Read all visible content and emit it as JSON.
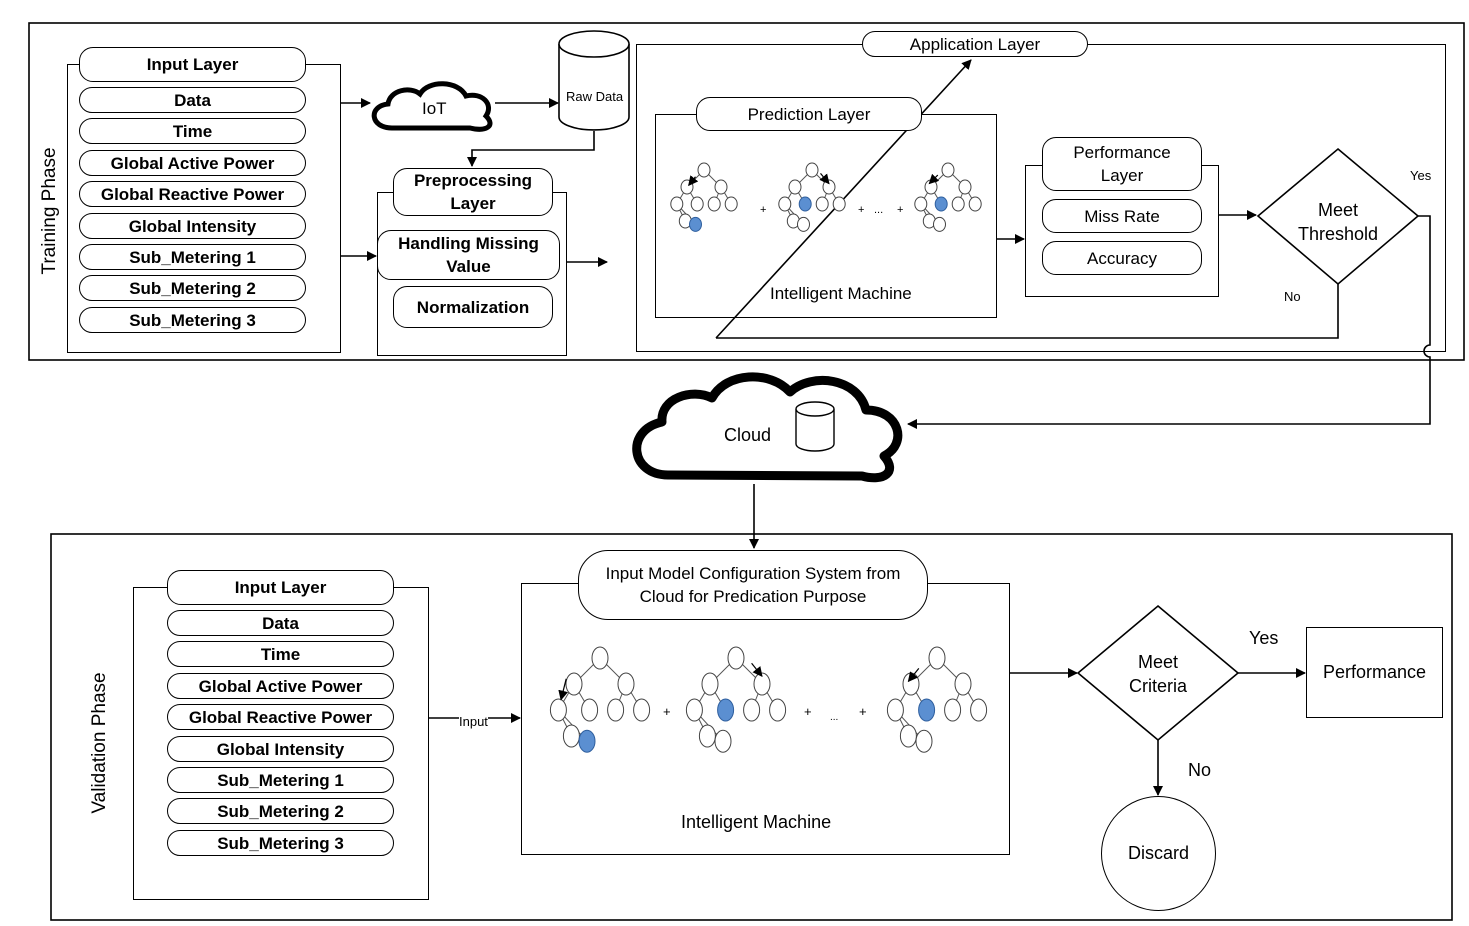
{
  "training": {
    "phase_label": "Training Phase",
    "input_layer": {
      "title": "Input Layer",
      "items": [
        "Data",
        "Time",
        "Global Active Power",
        "Global Reactive Power",
        "Global Intensity",
        "Sub_Metering 1",
        "Sub_Metering 2",
        "Sub_Metering 3"
      ]
    },
    "iot_label": "IoT",
    "raw_data_label": "Raw Data",
    "preprocessing": {
      "title": "Preprocessing Layer",
      "items": [
        "Handling Missing Value",
        "Normalization"
      ]
    },
    "application_layer_label": "Application Layer",
    "prediction_layer_label": "Prediction Layer",
    "intelligent_machine_label": "Intelligent Machine",
    "performance": {
      "title": "Performance Layer",
      "items": [
        "Miss Rate",
        "Accuracy"
      ]
    },
    "decision": {
      "text": "Meet Threshold",
      "yes": "Yes",
      "no": "No"
    }
  },
  "cloud_label": "Cloud",
  "validation": {
    "phase_label": "Validation Phase",
    "input_layer": {
      "title": "Input Layer",
      "items": [
        "Data",
        "Time",
        "Global Active Power",
        "Global Reactive Power",
        "Global Intensity",
        "Sub_Metering 1",
        "Sub_Metering 2",
        "Sub_Metering 3"
      ]
    },
    "input_arrow_label": "Input",
    "model_config_label": "Input Model Configuration System from Cloud for Predication Purpose",
    "intelligent_machine_label": "Intelligent Machine",
    "decision": {
      "text": "Meet Criteria",
      "yes": "Yes",
      "no": "No"
    },
    "performance_label": "Performance",
    "discard_label": "Discard"
  },
  "tree_separators": {
    "plus": "+",
    "ellipsis": "..."
  },
  "colors": {
    "highlight_node": "#5b8fd1",
    "line": "#000000"
  }
}
